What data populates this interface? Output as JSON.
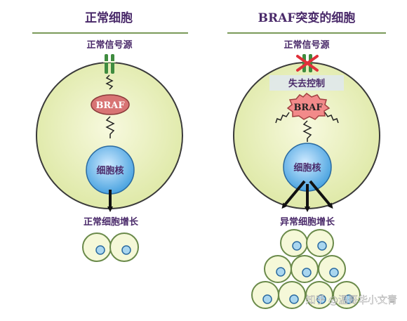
{
  "left_panel": {
    "title": "正常细胞",
    "signal_label": "正常信号源",
    "enzyme_label": "BRAF",
    "nucleus_label": "细胞核",
    "growth_label": "正常细胞增长"
  },
  "right_panel": {
    "title": "BRAF突变的细胞",
    "signal_label": "正常信号源",
    "lost_control_label": "失去控制",
    "enzyme_label": "BRAF",
    "nucleus_label": "细胞核",
    "growth_label": "异常细胞增长"
  },
  "watermark": "知乎 @温哥华小文青",
  "colors": {
    "title": "#4a2a6a",
    "label": "#4a2a6a",
    "divider": "#7a9a5a",
    "cell_fill": "#eef3c4",
    "cell_stroke": "#3a3a3a",
    "receptor": "#3f8c3f",
    "braf_normal": "#d87474",
    "braf_mutant": "#f28a8a",
    "nucleus": "#6fb6ea",
    "arrow": "#111111",
    "cross": "#e0303a",
    "small_cell": "#f5f8d8",
    "small_cell_stroke": "#6a8a4a",
    "small_nucleus": "#a9d6ef"
  }
}
